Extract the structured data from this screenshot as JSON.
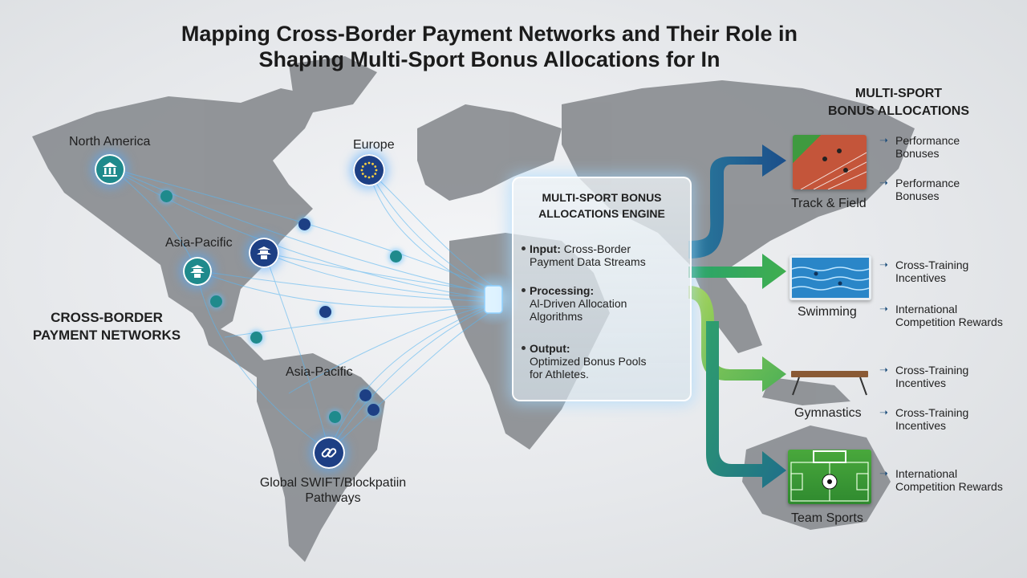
{
  "title": {
    "line1": "Mapping Cross-Border Payment Networks and Their Role in",
    "line2": "Shaping Multi-Sport Bonus Allocations for In"
  },
  "left": {
    "north_america": "North America",
    "europe": "Europe",
    "asia_pacific_top": "Asia-Pacific",
    "asia_pacific_bottom": "Asia-Pacific",
    "networks_line1": "CROSS-BORDER",
    "networks_line2": "PAYMENT NETWORKS",
    "pathways_line1": "Global SWIFT/Blockpatiin",
    "pathways_line2": "Pathways"
  },
  "engine": {
    "title_line1": "MULTI-SPORT BONUS",
    "title_line2": "ALLOCATIONS ENGINE",
    "input_label": "Input:",
    "input_text1": " Cross-Border",
    "input_text2": "Payment Data Streams",
    "processing_label": "Processing:",
    "processing_text1": "Al-Driven Allocation",
    "processing_text2": "Algorithms",
    "output_label": "Output:",
    "output_text1": "Optimized Bonus Pools",
    "output_text2": "for Athletes."
  },
  "right": {
    "header_line1": "MULTI-SPORT",
    "header_line2": "BONUS ALLOCATIONS",
    "sports": {
      "track": "Track & Field",
      "swimming": "Swimming",
      "gymnastics": "Gymnastics",
      "team": "Team Sports"
    },
    "bonuses": {
      "b1_l1": "Performance",
      "b1_l2": "Bonuses",
      "b2_l1": "Performance",
      "b2_l2": "Bonuses",
      "b3_l1": "Cross-Training",
      "b3_l2": "Incentives",
      "b4_l1": "International",
      "b4_l2": "Competition Rewards",
      "b5_l1": "Cross-Training",
      "b5_l2": "Incentives",
      "b6_l1": "Cross-Training",
      "b6_l2": "Incentives",
      "b7_l1": "International",
      "b7_l2": "Competition Rewards"
    }
  },
  "colors": {
    "navy": "#1d3f84",
    "teal": "#1f8a8c",
    "arrow_blue": "#1e5a8c",
    "arrow_green": "#3fae4f",
    "map_land": "#8a8d91"
  },
  "icons": [
    "bank-icon",
    "eu-flag-icon",
    "pagoda-icon",
    "link-chain-icon",
    "soccer-ball-icon"
  ]
}
